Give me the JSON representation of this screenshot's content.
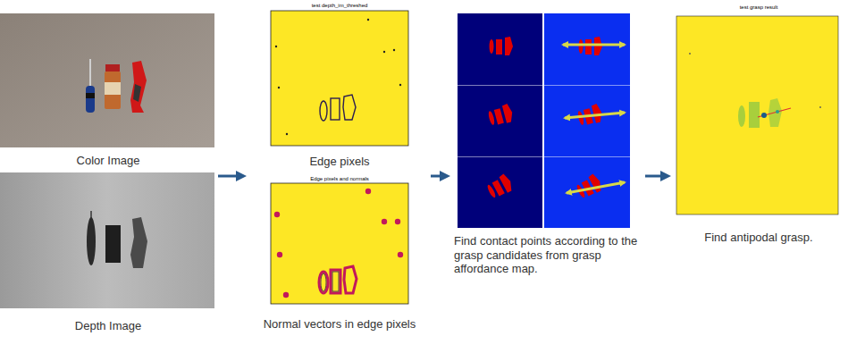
{
  "diagram": {
    "nodes": [
      {
        "text": [
          "Color Image"
        ]
      },
      {
        "text": [
          "Depth Image"
        ]
      },
      {
        "text": [
          "test depth_im_threshed",
          "Edge pixels"
        ]
      },
      {
        "text": [
          "Edge pixels and normals",
          "Normal vectors in edge pixels"
        ]
      },
      {
        "text": [
          "Find contact points according to the grasp candidates from grasp affordance map."
        ]
      },
      {
        "text": [
          "test grasp result",
          "Find antipodal grasp."
        ]
      }
    ],
    "edges": [
      {
        "from": 1,
        "to": 3,
        "arrow": "to"
      },
      {
        "from": 3,
        "to": 4,
        "arrow": "to"
      },
      {
        "from": 4,
        "to": 5,
        "arrow": "to"
      }
    ]
  }
}
